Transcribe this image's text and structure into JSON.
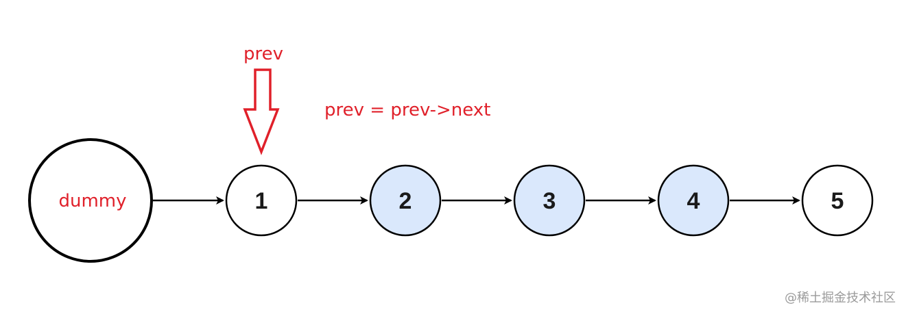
{
  "diagram": {
    "dummy_label": "dummy",
    "nodes": [
      {
        "label": "1",
        "highlighted": false
      },
      {
        "label": "2",
        "highlighted": true
      },
      {
        "label": "3",
        "highlighted": true
      },
      {
        "label": "4",
        "highlighted": true
      },
      {
        "label": "5",
        "highlighted": false
      }
    ],
    "pointer_label": "prev",
    "operation_label": "prev = prev->next",
    "watermark": "@稀土掘金技术社区"
  },
  "colors": {
    "node_stroke": "#000000",
    "highlight_fill": "#dae8fc",
    "plain_fill": "#ffffff",
    "annotation": "#e0202a",
    "watermark": "#9a9a9a"
  }
}
